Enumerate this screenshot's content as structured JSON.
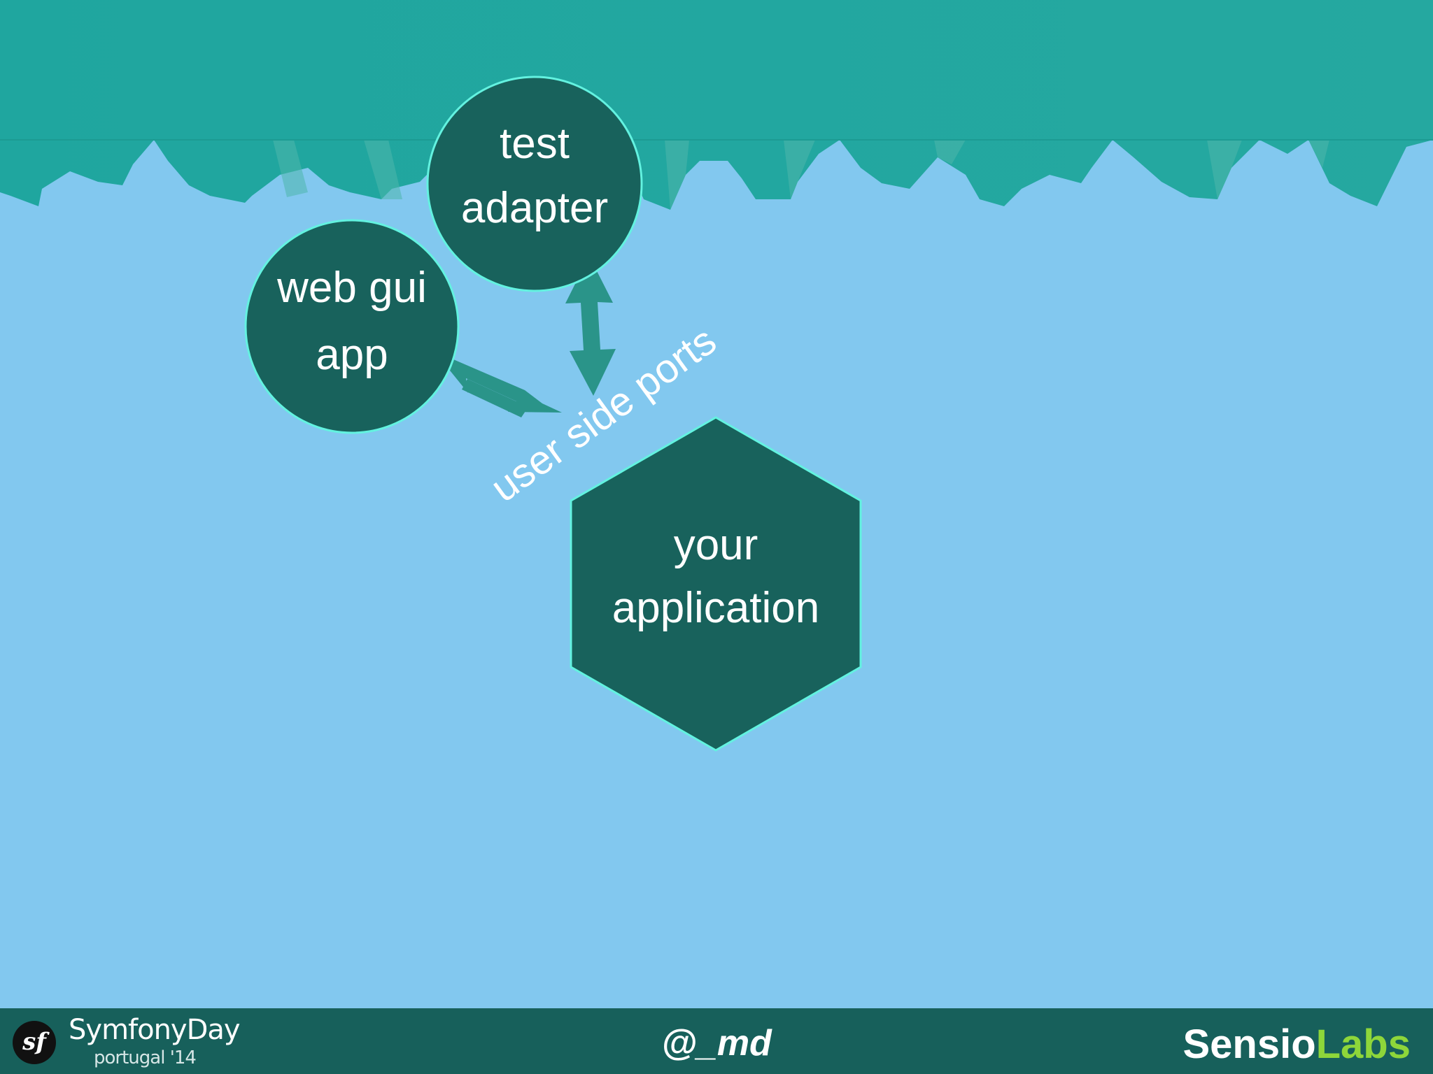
{
  "diagram": {
    "nodes": {
      "test_adapter": {
        "line1": "test",
        "line2": "adapter"
      },
      "web_gui_app": {
        "line1": "web gui",
        "line2": "app"
      },
      "your_application": {
        "line1": "your",
        "line2": "application"
      }
    },
    "edge_label": "user side ports",
    "edges": [
      {
        "from": "web_gui_app",
        "to": "user side ports",
        "bidirectional": true
      },
      {
        "from": "test_adapter",
        "to": "user side ports",
        "bidirectional": true
      }
    ]
  },
  "footer": {
    "logo_text": "sf",
    "event_name": "SymfonyDay",
    "event_sub": "portugal '14",
    "handle": "@_md",
    "company_part1": "Sensio",
    "company_part2": "Labs"
  },
  "colors": {
    "background": "#82c8ef",
    "banner": "#23a9a0",
    "node_fill": "#18625c",
    "node_stroke": "#63f2e0",
    "arrow": "#2a9489",
    "footer": "#17605b",
    "accent_green": "#8ed63a"
  }
}
